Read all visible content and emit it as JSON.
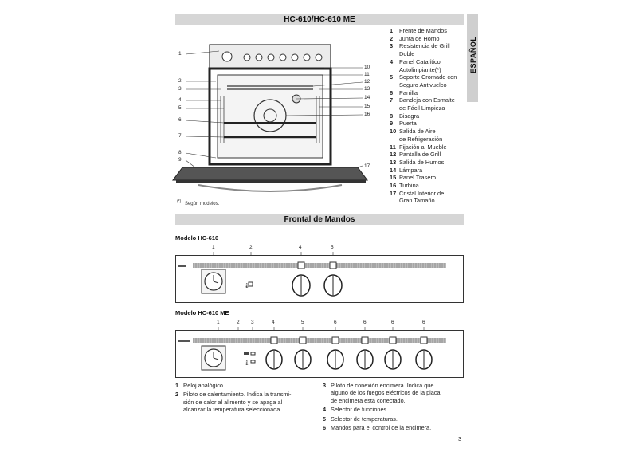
{
  "header": {
    "title": "HC-610/HC-610 ME"
  },
  "language_tab": "ESPAÑOL",
  "parts": [
    {
      "num": "1",
      "lines": [
        "Frente de Mandos"
      ]
    },
    {
      "num": "2",
      "lines": [
        "Junta de Horno"
      ]
    },
    {
      "num": "3",
      "lines": [
        "Resistencia de Grill",
        "Doble"
      ]
    },
    {
      "num": "4",
      "lines": [
        "Panel Catalítico",
        "Autolimpiante(*)"
      ]
    },
    {
      "num": "5",
      "lines": [
        "Soporte Cromado con",
        "Seguro Antivuelco"
      ]
    },
    {
      "num": "6",
      "lines": [
        "Parrilla"
      ]
    },
    {
      "num": "7",
      "lines": [
        "Bandeja con Esmalte",
        "de Fácil Limpieza"
      ]
    },
    {
      "num": "8",
      "lines": [
        "Bisagra"
      ]
    },
    {
      "num": "9",
      "lines": [
        "Puerta"
      ]
    },
    {
      "num": "10",
      "lines": [
        "Salida de Aire",
        "de Refrigeración"
      ]
    },
    {
      "num": "11",
      "lines": [
        "Fijación al Mueble"
      ]
    },
    {
      "num": "12",
      "lines": [
        "Pantalla de Grill"
      ]
    },
    {
      "num": "13",
      "lines": [
        "Salida de Humos"
      ]
    },
    {
      "num": "14",
      "lines": [
        "Lámpara"
      ]
    },
    {
      "num": "15",
      "lines": [
        "Panel Trasero"
      ]
    },
    {
      "num": "16",
      "lines": [
        "Turbina"
      ]
    },
    {
      "num": "17",
      "lines": [
        "Cristal Interior de",
        "Gran Tamaño"
      ]
    }
  ],
  "oven_callouts_left": [
    "1",
    "2",
    "3",
    "4",
    "5",
    "6",
    "7",
    "8",
    "9"
  ],
  "oven_callouts_right": [
    "10",
    "11",
    "12",
    "13",
    "14",
    "15",
    "16",
    "17"
  ],
  "footnote": {
    "mark": "(*)",
    "text": "Según modelos."
  },
  "section2": {
    "title": "Frontal de Mandos"
  },
  "model1": {
    "label": "Modelo HC-610",
    "callouts": [
      "1",
      "2",
      "4",
      "5"
    ]
  },
  "model2": {
    "label": "Modelo HC-610 ME",
    "callouts": [
      "1",
      "2",
      "3",
      "4",
      "5",
      "6",
      "6",
      "6",
      "6"
    ]
  },
  "descriptions_left": [
    {
      "num": "1",
      "lines": [
        "Reloj analógico."
      ]
    },
    {
      "num": "2",
      "lines": [
        "Piloto de calentamiento. Indica la transmi-",
        "sión de calor al alimento y se apaga al",
        "alcanzar la temperatura seleccionada."
      ]
    }
  ],
  "descriptions_right": [
    {
      "num": "3",
      "lines": [
        "Piloto de conexión encimera. Indica que",
        "alguno de los fuegos eléctricos de la placa",
        "de encimera está conectado."
      ]
    },
    {
      "num": "4",
      "lines": [
        "Selector de funciones."
      ]
    },
    {
      "num": "5",
      "lines": [
        "Selector de temperaturas."
      ]
    },
    {
      "num": "6",
      "lines": [
        "Mandos para el control de la encimera."
      ]
    }
  ],
  "page_number": "3"
}
